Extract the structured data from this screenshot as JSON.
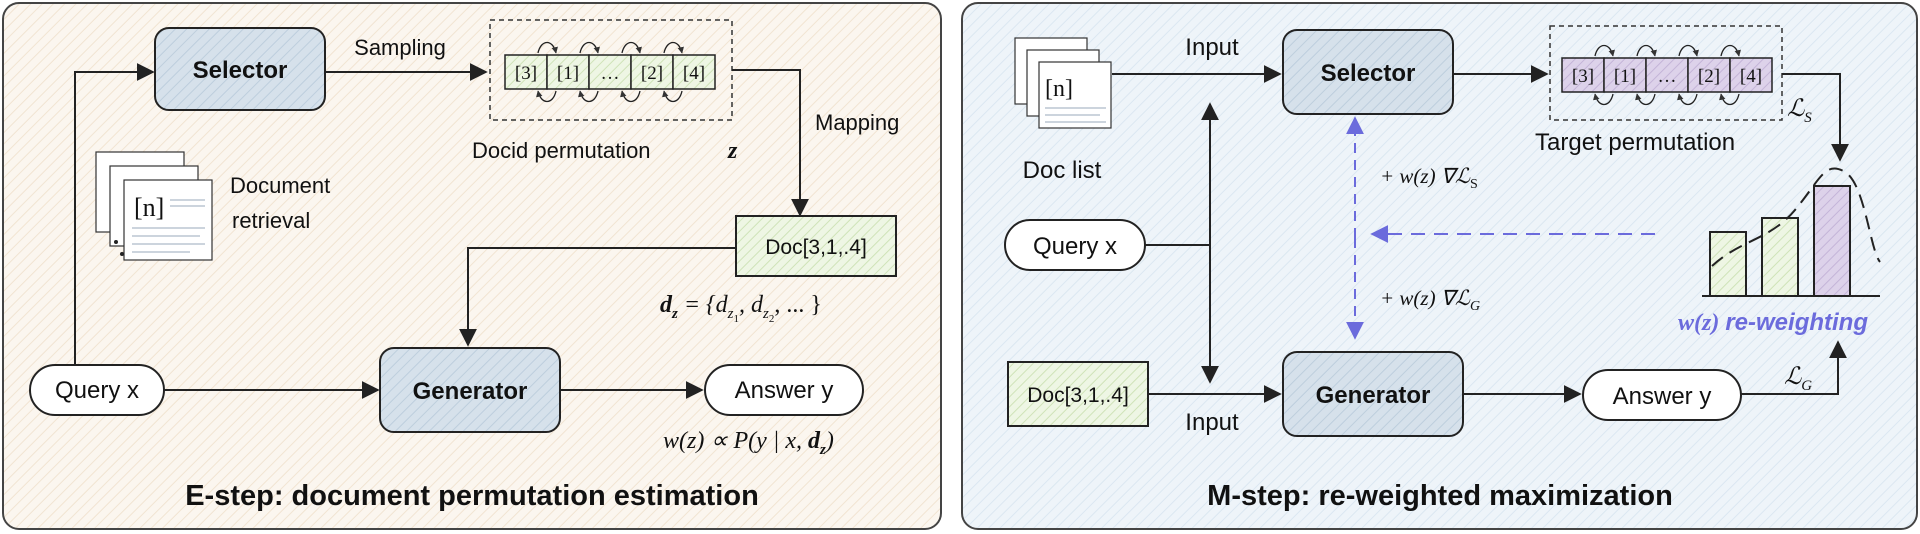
{
  "left_panel": {
    "title": "E-step: document permutation estimation",
    "selector": "Selector",
    "generator": "Generator",
    "query": "Query x",
    "answer": "Answer y",
    "sampling": "Sampling",
    "mapping": "Mapping",
    "doc_retrieval_line1": "Document",
    "doc_retrieval_line2": "retrieval",
    "doc_icon": "[n]",
    "permutation_items": [
      "[3]",
      "[1]",
      "…",
      "[2]",
      "[4]"
    ],
    "docid_label": "Docid permutation",
    "docid_var": "z",
    "docbox": "Doc[3,1,.4]",
    "dz_formula": "d",
    "dz_sub": "z",
    "dz_rhs": " = {d",
    "dz_z1": "z",
    "dz_1": "1",
    "dz_mid": ", d",
    "dz_z2": "z",
    "dz_2": "2",
    "dz_end": ", ... }",
    "weight_formula_a": "w(z)  ∝ P(y | x, ",
    "weight_formula_d": "d",
    "weight_formula_z": "z",
    "weight_formula_end": ")"
  },
  "right_panel": {
    "title": "M-step: re-weighted maximization",
    "selector": "Selector",
    "generator": "Generator",
    "query": "Query x",
    "answer": "Answer y",
    "doc_list": "Doc list",
    "doc_icon": "[n]",
    "input_top": "Input",
    "input_bottom": "Input",
    "docbox": "Doc[3,1,.4]",
    "permutation_items": [
      "[3]",
      "[1]",
      "…",
      "[2]",
      "[4]"
    ],
    "target_label": "Target permutation",
    "loss_s": "ℒ",
    "loss_s_sub": "S",
    "loss_g": "ℒ",
    "loss_g_sub": "G",
    "grad_s": "+ w(z) ∇ℒ",
    "grad_s_sub": "S",
    "grad_g": "+ w(z) ∇ℒ",
    "grad_g_sub": "G",
    "reweight_a": "w(z) ",
    "reweight_b": "re-weighting"
  },
  "colors": {
    "panel_left_bg": "#fbf6ef",
    "panel_right_bg": "#eef4f9",
    "panel_border": "#333333",
    "module_fill": "#d3dfe9",
    "green_fill": "#e4f0d6",
    "purple_fill": "#d8cde6",
    "accent_blue": "#6b6bdc"
  }
}
